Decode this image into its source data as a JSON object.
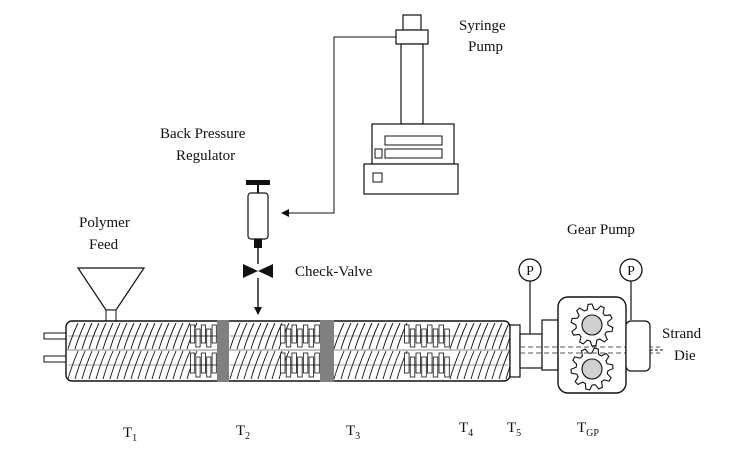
{
  "labels": {
    "syringe_pump_line1": "Syringe",
    "syringe_pump_line2": "Pump",
    "bpr_line1": "Back Pressure",
    "bpr_line2": "Regulator",
    "polymer_feed_line1": "Polymer",
    "polymer_feed_line2": "Feed",
    "check_valve": "Check-Valve",
    "gear_pump": "Gear Pump",
    "strand_die_line1": "Strand",
    "strand_die_line2": "Die",
    "pressure_gauge": "P"
  },
  "zones": [
    {
      "main": "T",
      "sub": "1"
    },
    {
      "main": "T",
      "sub": "2"
    },
    {
      "main": "T",
      "sub": "3"
    },
    {
      "main": "T",
      "sub": "4"
    },
    {
      "main": "T",
      "sub": "5"
    },
    {
      "main": "T",
      "sub": "GP"
    }
  ],
  "colors": {
    "line": "#111111",
    "mixing_band": "#808080",
    "gear_hub": "#d0d0d0",
    "die_flow": "#555555"
  }
}
